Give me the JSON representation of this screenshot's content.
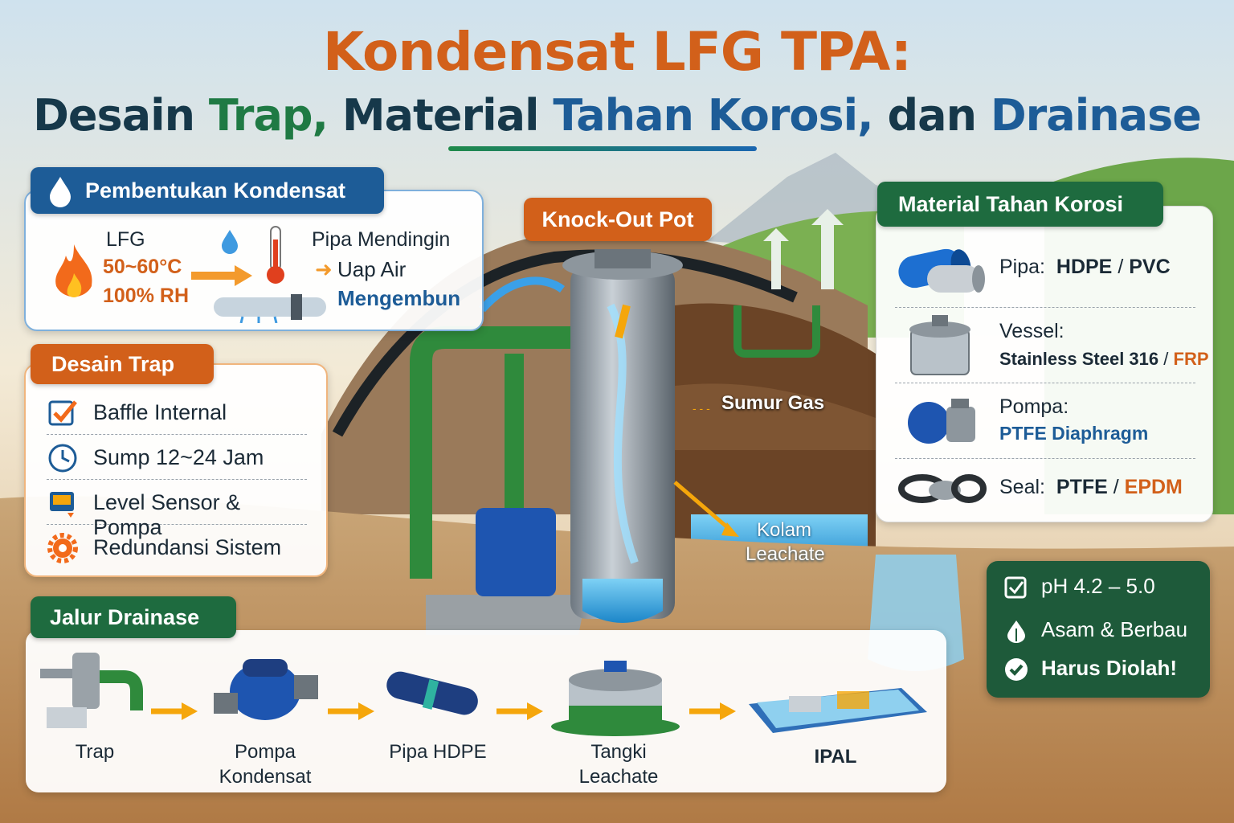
{
  "title": {
    "line1": "Kondensat LFG TPA:",
    "line2_a": "Desain ",
    "line2_b": "Trap,",
    "line2_c": " Material ",
    "line2_d": "Tahan Korosi,",
    "line2_e": " dan ",
    "line2_f": "Drainase"
  },
  "pembentukan": {
    "heading": "Pembentukan Kondensat",
    "lfg": "LFG",
    "temp": "50~60°C",
    "rh": "100% RH",
    "pipa": "Pipa Mendingin",
    "uap": "Uap Air",
    "mengembun": "Mengembun"
  },
  "desain_trap": {
    "heading": "Desain Trap",
    "items": [
      {
        "label": "Baffle Internal",
        "icon": "checkbox-icon"
      },
      {
        "label": "Sump 12~24 Jam",
        "icon": "clock-icon"
      },
      {
        "label": "Level Sensor & Pompa",
        "icon": "sensor-icon"
      },
      {
        "label": "Redundansi Sistem",
        "icon": "gear-icon"
      }
    ]
  },
  "center": {
    "knockout": "Knock-Out Pot",
    "sumur_gas": "Sumur Gas",
    "kolam_1": "Kolam",
    "kolam_2": "Leachate"
  },
  "material": {
    "heading": "Material Tahan Korosi",
    "pipa_label": "Pipa:",
    "pipa_a": "HDPE",
    "pipa_sep": "/",
    "pipa_b": "PVC",
    "vessel_label": "Vessel:",
    "vessel_a": "Stainless Steel 316",
    "vessel_sep": "/",
    "vessel_b": "FRP",
    "pompa_label": "Pompa:",
    "pompa_val": "PTFE Diaphragm",
    "seal_label": "Seal:",
    "seal_a": "PTFE",
    "seal_sep": "/",
    "seal_b": "EPDM"
  },
  "ph": {
    "row1": "pH 4.2 – 5.0",
    "row2": "Asam & Berbau",
    "row3": "Harus Diolah!"
  },
  "drainase": {
    "heading": "Jalur Drainase",
    "steps": [
      {
        "l1": "Trap",
        "l2": ""
      },
      {
        "l1": "Pompa",
        "l2": "Kondensat"
      },
      {
        "l1": "Pipa HDPE",
        "l2": ""
      },
      {
        "l1": "Tangki",
        "l2": "Leachate"
      },
      {
        "l1": "IPAL",
        "l2": ""
      }
    ]
  },
  "colors": {
    "orange": "#d2601a",
    "navy": "#16384a",
    "green": "#1e6b3f",
    "blue": "#1d5c97"
  }
}
